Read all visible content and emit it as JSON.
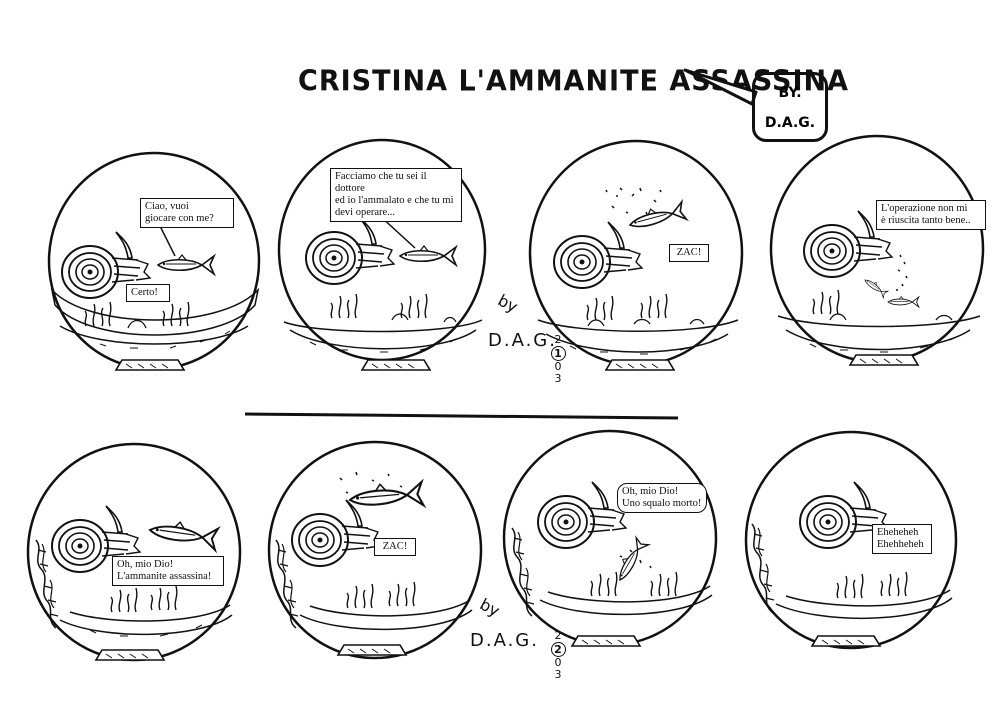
{
  "title": "CRISTINA L'AMMANITE ASSASSINA",
  "byline": {
    "line1": "BY.",
    "line2": "D.A.G."
  },
  "signatures": [
    {
      "by": "by",
      "author": "D.A.G.",
      "year_top": "2",
      "year_circled": "1",
      "year_mid": "0",
      "year_bottom": "3"
    },
    {
      "by": "by",
      "author": "D.A.G.",
      "year_top": "2",
      "year_circled": "2",
      "year_mid": "0",
      "year_bottom": "3"
    }
  ],
  "panels": [
    {
      "bubbles": [
        "Ciao, vuoi\ngiocare con  me?",
        "Certo!"
      ]
    },
    {
      "bubbles": [
        "Facciamo che tu sei il dottore\ned io l'ammalato e che tu mi\ndevi operare..."
      ]
    },
    {
      "bubbles": [
        "ZAC!"
      ]
    },
    {
      "bubbles": [
        "L'operazione non mi\nè riuscita tanto bene.."
      ]
    },
    {
      "bubbles": [
        "Oh, mio Dio!\nL'ammanite assassina!"
      ]
    },
    {
      "bubbles": [
        "ZAC!"
      ]
    },
    {
      "bubbles": [
        "Oh, mio Dio!\nUno squalo morto!"
      ]
    },
    {
      "bubbles": [
        "Eheheheh\nEhehheheh"
      ]
    }
  ]
}
